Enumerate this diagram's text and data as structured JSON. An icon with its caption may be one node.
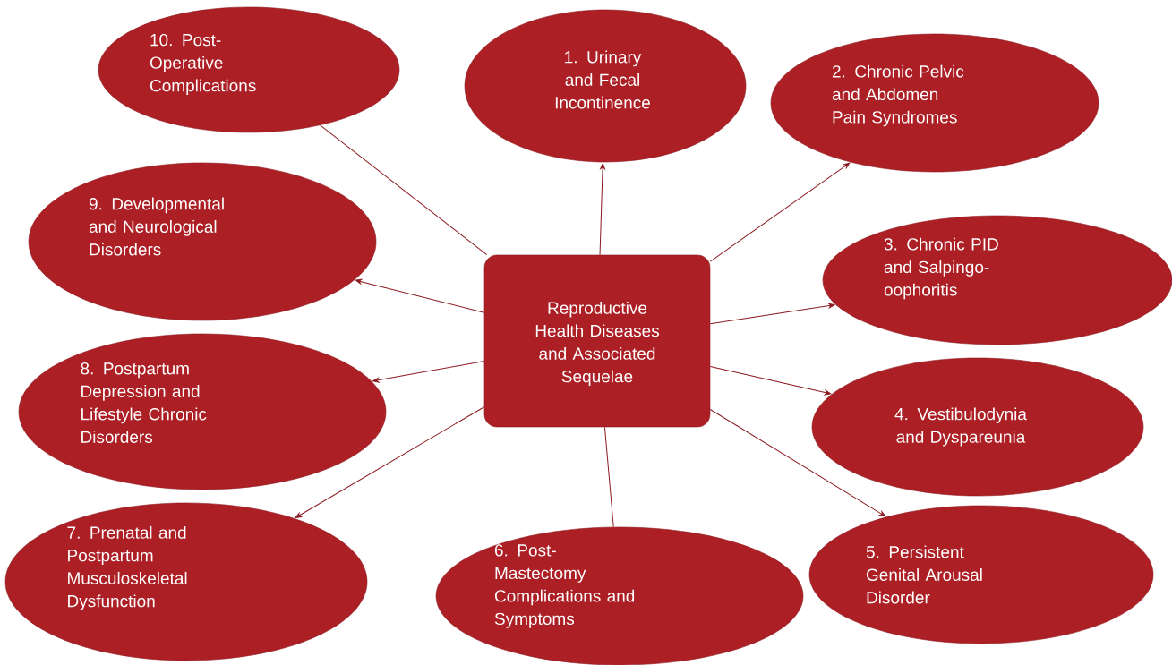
{
  "diagram": {
    "nodes": [
      {
        "text": [
          "Reproductive Health Diseases and Associated Sequelae"
        ]
      },
      {
        "text": [
          "1. Urinary and Fecal Incontinence"
        ]
      },
      {
        "text": [
          "2. Chronic Pelvic and Abdomen Pain Syndromes"
        ]
      },
      {
        "text": [
          "3. Chronic PID and Salpingo-oophoritis"
        ]
      },
      {
        "text": [
          "4. Vestibulodynia and Dyspareunia"
        ]
      },
      {
        "text": [
          "5. Persistent Genital Arousal Disorder"
        ]
      },
      {
        "text": [
          "6. Post-Mastectomy Complications and Symptoms"
        ]
      },
      {
        "text": [
          "7. Prenatal and Postpartum Musculoskeletal Dysfunction"
        ]
      },
      {
        "text": [
          "8. Postpartum Depression and Lifestyle Chronic Disorders"
        ]
      },
      {
        "text": [
          "9. Developmental and Neurological Disorders"
        ]
      },
      {
        "text": [
          "10. Post-Operative Complications"
        ]
      }
    ],
    "edges": [
      {
        "from": 0,
        "to": 1,
        "arrow": "to"
      },
      {
        "from": 0,
        "to": 2,
        "arrow": "to"
      },
      {
        "from": 0,
        "to": 3,
        "arrow": "to"
      },
      {
        "from": 0,
        "to": 4,
        "arrow": "to"
      },
      {
        "from": 0,
        "to": 5,
        "arrow": "to"
      },
      {
        "from": 0,
        "to": 6,
        "arrow": "none"
      },
      {
        "from": 0,
        "to": 7,
        "arrow": "to"
      },
      {
        "from": 0,
        "to": 8,
        "arrow": "to"
      },
      {
        "from": 0,
        "to": 9,
        "arrow": "to"
      },
      {
        "from": 0,
        "to": 10,
        "arrow": "none"
      }
    ]
  }
}
